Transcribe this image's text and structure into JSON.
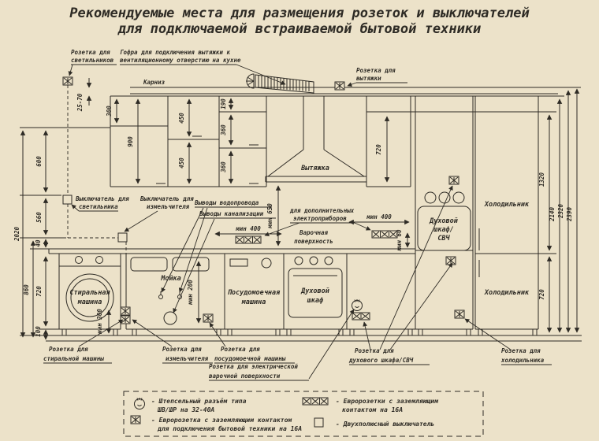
{
  "title": {
    "line1": "Рекомендуемые места для размещения розеток и выключателей",
    "line2": "для подключаемой встраиваемой бытовой техники"
  },
  "callouts": {
    "socket_lights": [
      "Розетка для",
      "светильников"
    ],
    "gofra": [
      "Гофра для подключения вытяжки к",
      "вентиляционному отверстию на кухне"
    ],
    "cornice": "Карниз",
    "socket_hood": [
      "Розетка для",
      "вытяжки"
    ],
    "switch_light": [
      "Выключатель для",
      "светильника"
    ],
    "switch_grinder": [
      "Выключатель для",
      "измельчителя"
    ],
    "water": "Выводы водопровода",
    "sewer": "Выводы канализации",
    "extra": [
      "для дополнительных",
      "электроприборов"
    ],
    "hob": [
      "Варочная",
      "поверхность"
    ],
    "socket_washer": [
      "Розетка для",
      "стиральной машины"
    ],
    "socket_grinder": [
      "Розетка для",
      "измельчителя"
    ],
    "socket_dishwasher": [
      "Розетка для",
      "посудомоечной машины"
    ],
    "socket_hob": [
      "Розетка для электрической",
      "варочной поверхности"
    ],
    "socket_oven": [
      "Розетка для",
      "духового шкафа/СВЧ"
    ],
    "socket_fridge": [
      "Розетка для",
      "холодильника"
    ]
  },
  "appliances": {
    "hood": "Вытяжка",
    "oven_mw": [
      "Духовой",
      "шкаф/",
      "СВЧ"
    ],
    "fridge_top": "Холодильник",
    "fridge_bottom": "Холодильник",
    "sink": "Мойка",
    "washer": [
      "Стиральная",
      "машина"
    ],
    "dishwasher": [
      "Посудомоечная",
      "машина"
    ],
    "oven": [
      "Духовой",
      "шкаф"
    ]
  },
  "dims": {
    "d25_70": "25-70",
    "d300": "300",
    "d900": "900",
    "d450a": "450",
    "d450b": "450",
    "d190": "190",
    "d360a": "360",
    "d360b": "360",
    "d720cab": "720",
    "dmin650": "мин 650",
    "dmin400a": "мин 400",
    "dmin400b": "мин 400",
    "dmin60": "мин 60",
    "dmin200": "мин 200",
    "dmin300": "мин 300",
    "d600": "600",
    "d560": "560",
    "d40": "40",
    "d2020": "2020",
    "d860": "860",
    "d720w": "720",
    "d100": "100",
    "d1320": "1320",
    "d720r": "720",
    "d2140": "2140",
    "d2320": "2320",
    "d2390": "2390"
  },
  "legend": {
    "items": [
      {
        "icon": "plug-connector-icon",
        "lines": [
          "- Штепсельный разъём типа",
          "ШВ/ШР на 32-40А"
        ]
      },
      {
        "icon": "euro-socket-icon",
        "lines": [
          "- Евророзетка с заземляющим контактом",
          "для подключения бытовой техники на 16А"
        ]
      },
      {
        "icon": "triple-euro-socket-icon",
        "lines": [
          "- Евророзетки с заземляющим",
          "контактом на 16А"
        ]
      },
      {
        "icon": "double-pole-switch-icon",
        "lines": [
          "- Двухполюсный выключатель"
        ]
      }
    ]
  },
  "colors": {
    "background": "#ece2c9",
    "ink": "#2e2b25"
  }
}
